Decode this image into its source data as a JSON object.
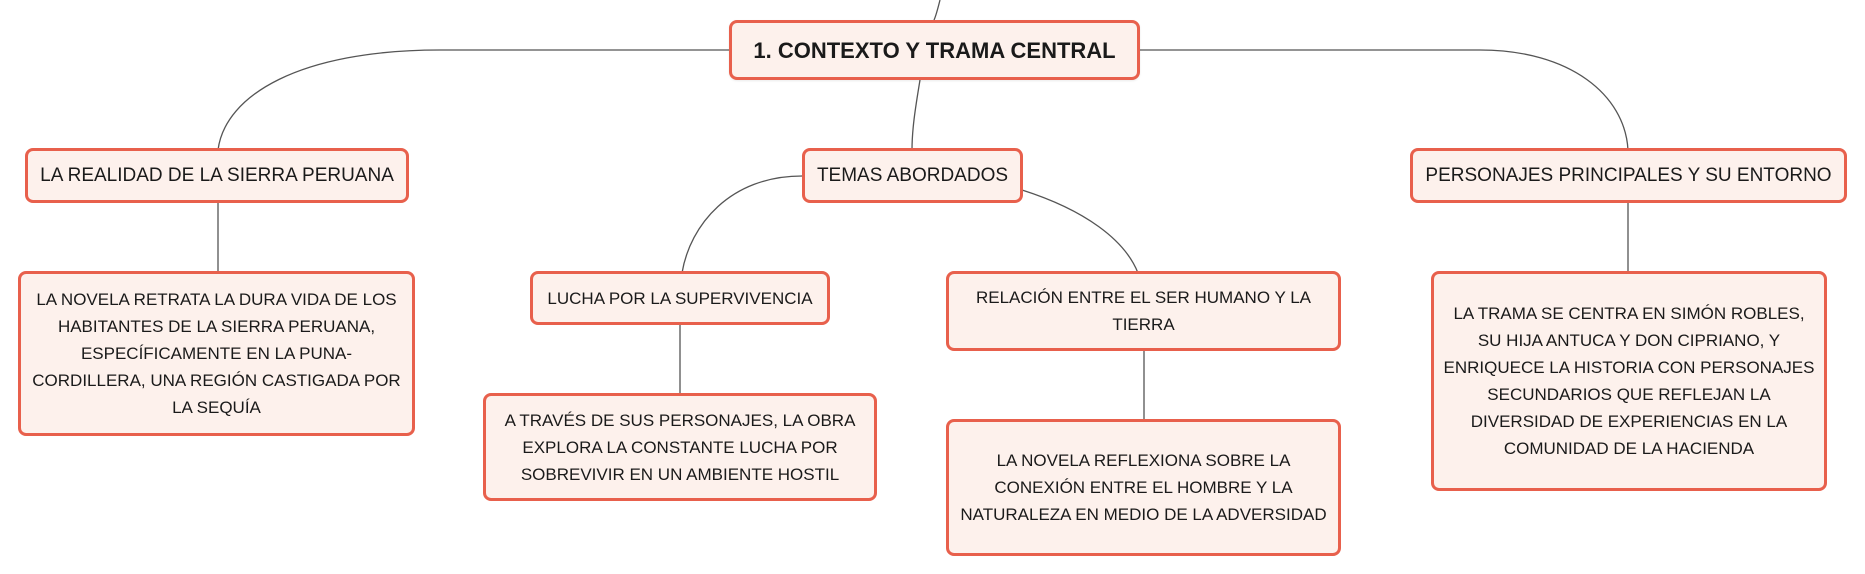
{
  "root": {
    "label": "1. CONTEXTO Y TRAMA CENTRAL"
  },
  "branches": [
    {
      "label": "LA REALIDAD DE LA SIERRA PERUANA",
      "detail": "LA NOVELA RETRATA LA DURA VIDA DE LOS HABITANTES DE LA SIERRA PERUANA, ESPECÍFICAMENTE EN LA PUNA-CORDILLERA, UNA REGIÓN CASTIGADA POR LA SEQUÍA"
    },
    {
      "label": "TEMAS ABORDADOS",
      "subtopics": [
        {
          "label": "LUCHA POR LA SUPERVIVENCIA",
          "detail": "A TRAVÉS DE SUS PERSONAJES, LA OBRA EXPLORA LA CONSTANTE LUCHA POR SOBREVIVIR EN UN AMBIENTE HOSTIL"
        },
        {
          "label": "RELACIÓN ENTRE EL SER HUMANO Y LA TIERRA",
          "detail": "LA NOVELA REFLEXIONA SOBRE LA CONEXIÓN ENTRE EL HOMBRE Y LA NATURALEZA EN MEDIO DE LA ADVERSIDAD"
        }
      ]
    },
    {
      "label": "PERSONAJES PRINCIPALES Y SU ENTORNO",
      "detail": "LA TRAMA SE CENTRA EN SIMÓN ROBLES, SU HIJA ANTUCA Y DON CIPRIANO, Y ENRIQUECE LA HISTORIA CON PERSONAJES SECUNDARIOS QUE REFLEJAN LA DIVERSIDAD DE EXPERIENCIAS EN LA COMUNIDAD DE LA HACIENDA"
    }
  ],
  "colors": {
    "border": "#e8604c",
    "fill": "#fdf1ec",
    "line": "#555555"
  }
}
